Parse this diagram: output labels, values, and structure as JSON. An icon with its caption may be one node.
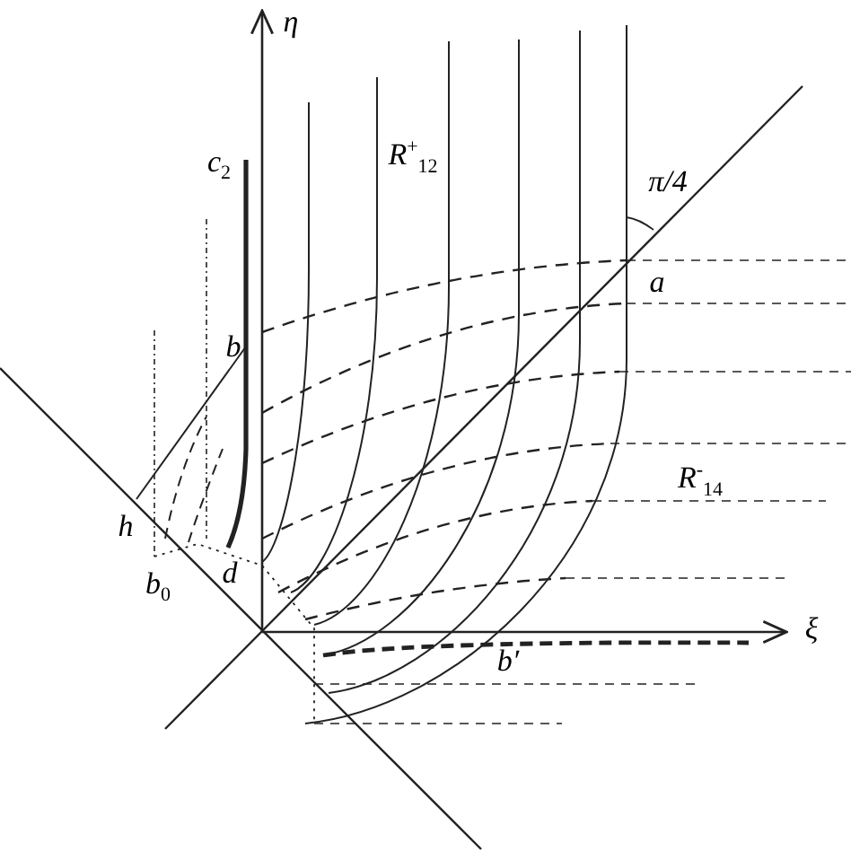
{
  "diagram": {
    "labels": [
      "η",
      "c$_{2}$",
      "R$^{+}$$_{12}$",
      "π/4",
      "a",
      "b",
      "R$^{-}$$_{14}$",
      "h",
      "b$_{0}$",
      "d",
      "ξ",
      "b′"
    ]
  }
}
